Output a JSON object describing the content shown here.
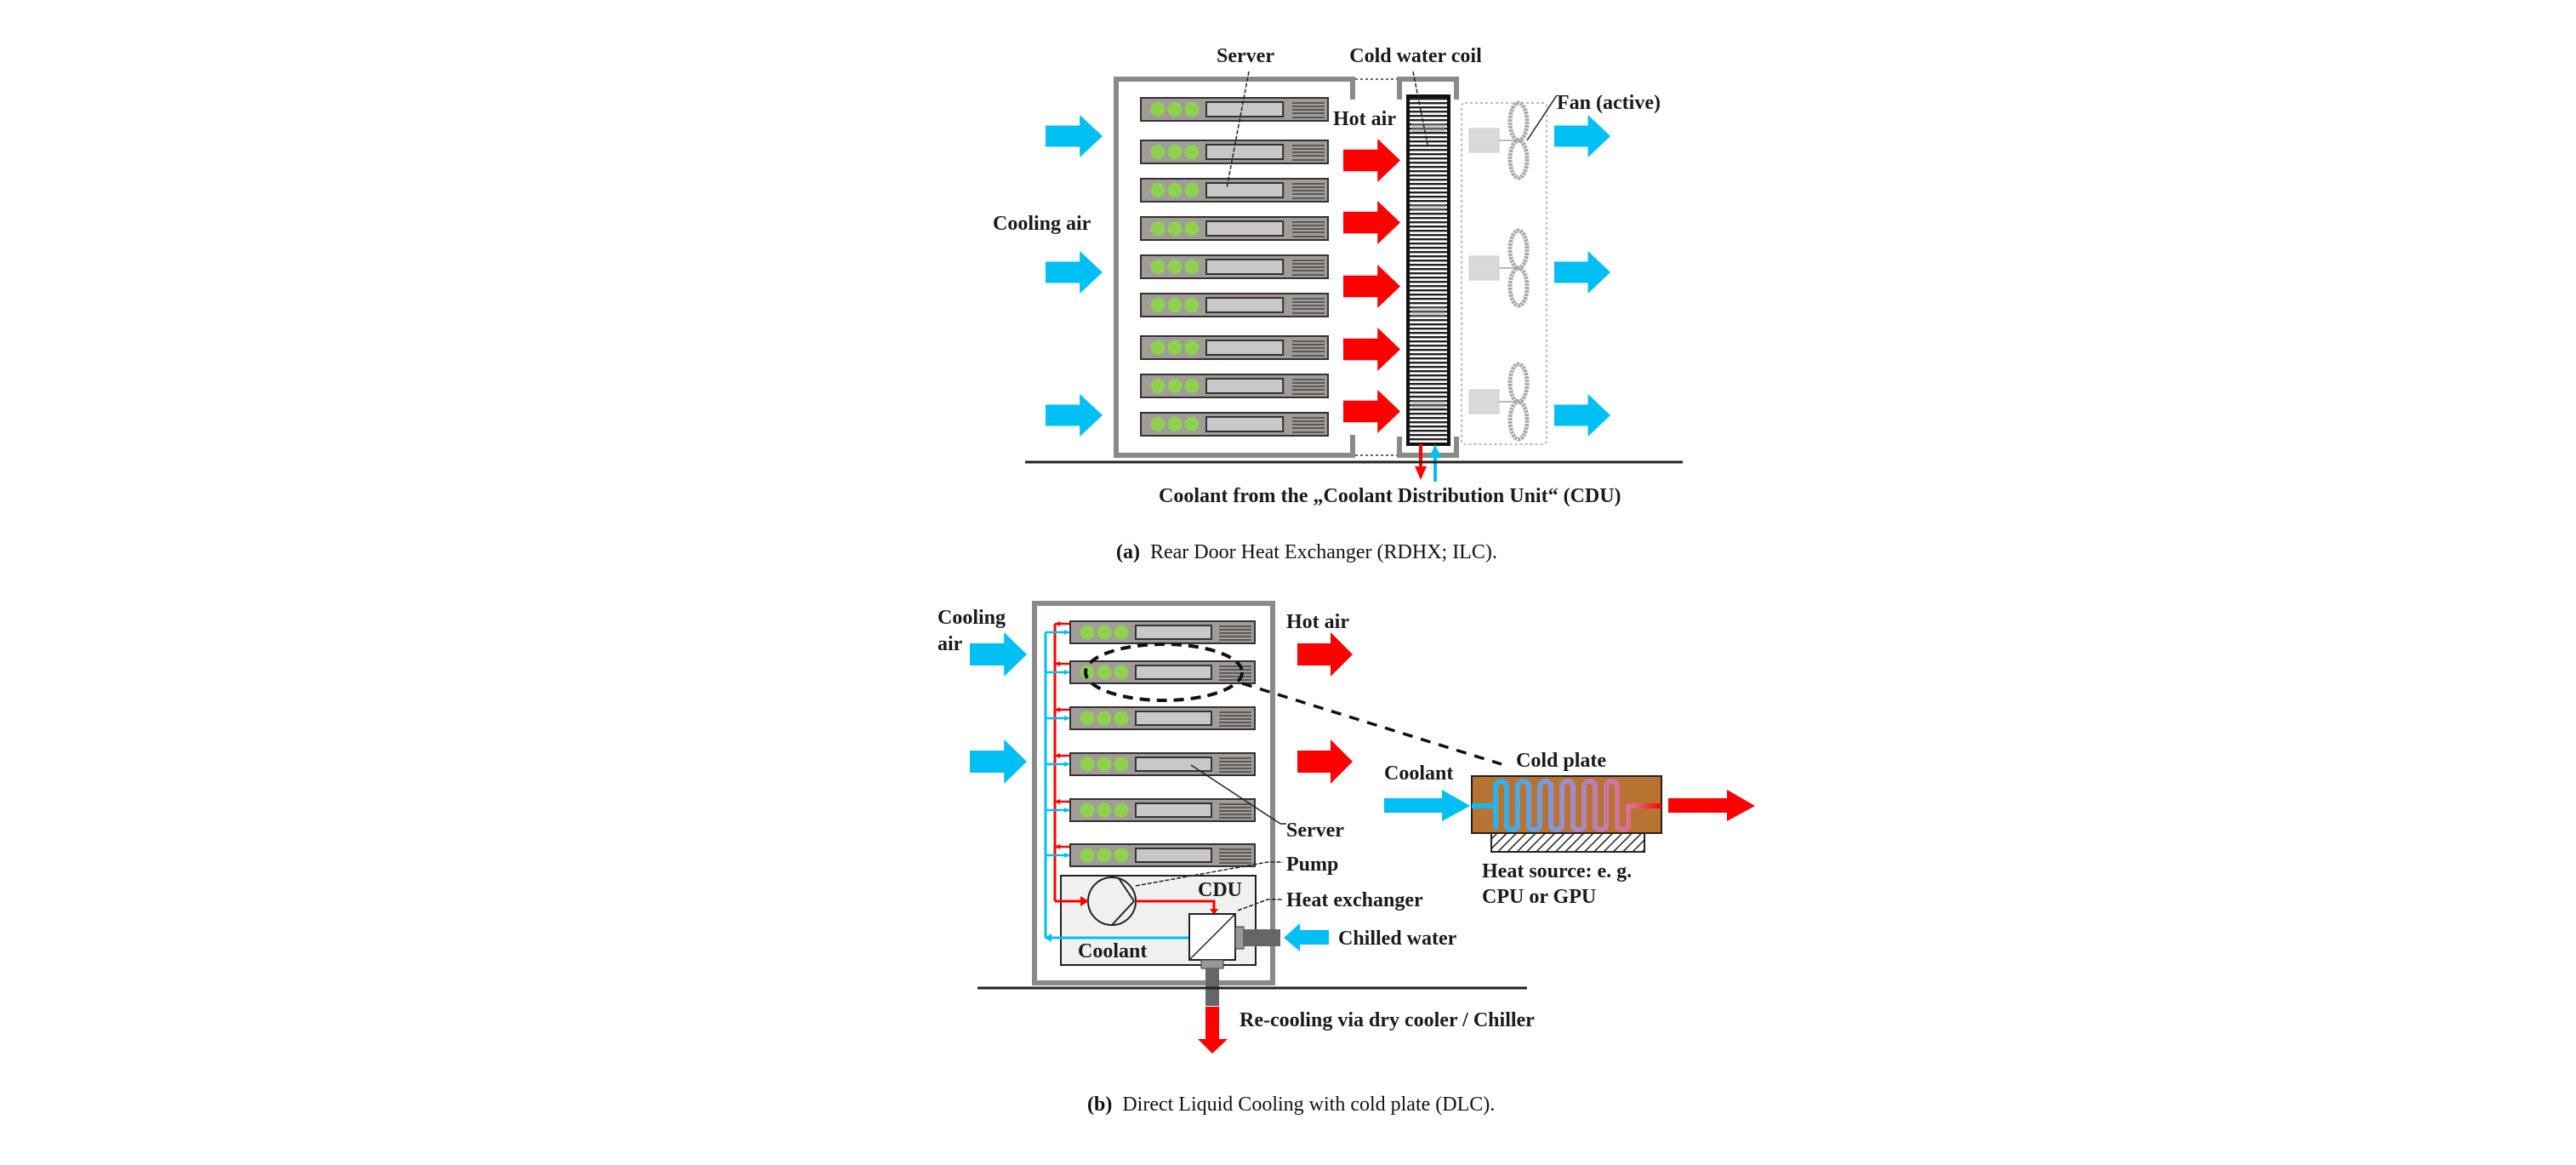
{
  "figure_a": {
    "labels": {
      "server": "Server",
      "cold_water_coil": "Cold water coil",
      "fan_active": "Fan (active)",
      "hot_air": "Hot air",
      "cooling_air": "Cooling air",
      "coolant_from_cdu": "Coolant from the „Coolant Distribution Unit“ (CDU)"
    },
    "caption": {
      "tag": "(a)",
      "text": "Rear Door Heat Exchanger (RDHX; ILC)."
    },
    "server_count": 9,
    "hot_air_arrow_count": 5,
    "cooling_air_arrow_count": 3,
    "fan_count": 3
  },
  "figure_b": {
    "labels": {
      "cooling_air_line1": "Cooling",
      "cooling_air_line2": "air",
      "hot_air": "Hot air",
      "server": "Server",
      "pump": "Pump",
      "cdu": "CDU",
      "heat_exchanger": "Heat exchanger",
      "coolant_cdu": "Coolant",
      "chilled_water": "Chilled water",
      "recooling": "Re-cooling via dry cooler / Chiller",
      "coolant_in": "Coolant",
      "cold_plate": "Cold plate",
      "heat_source_line1": "Heat source: e. g.",
      "heat_source_line2": "CPU or GPU"
    },
    "caption": {
      "tag": "(b)",
      "text": "Direct Liquid Cooling with cold plate (DLC)."
    },
    "server_count": 6
  },
  "colors": {
    "cool_blue": "#00bff3",
    "hot_red": "#ff0000",
    "led_green": "#8fd14f",
    "cold_plate_brown": "#b87333",
    "rack_gray": "#8a8a8a"
  }
}
